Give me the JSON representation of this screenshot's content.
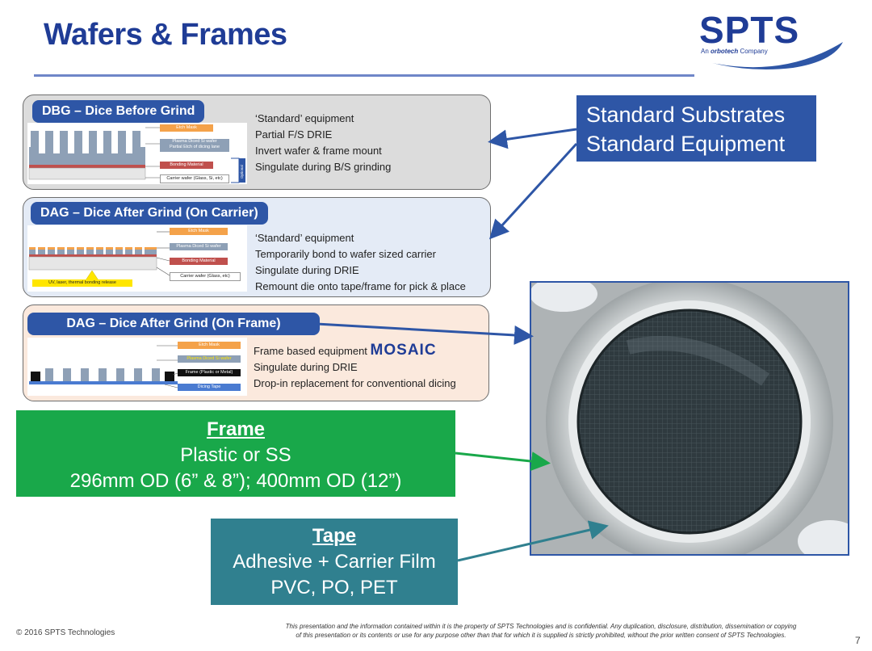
{
  "title": "Wafers & Frames",
  "logo": {
    "brand": "SPTS",
    "sub_prefix": "An",
    "sub_company": "orbotech",
    "sub_suffix": "Company"
  },
  "panels": [
    {
      "tab": "DBG – Dice Before Grind",
      "bullets": [
        "‘Standard’ equipment",
        "Partial F/S DRIE",
        "Invert wafer & frame mount",
        "Singulate during B/S grinding"
      ],
      "diagram_labels": {
        "etch_mask": "Etch Mask",
        "wafer": "Plasma Diced Si wafer",
        "wafer2": "Partial Etch of dicing lane",
        "bonding": "Bonding Material",
        "carrier": "Carrier wafer (Glass, Si, etc)",
        "optional": "Optional"
      }
    },
    {
      "tab": "DAG – Dice After Grind (On Carrier)",
      "bullets": [
        "‘Standard’ equipment",
        "Temporarily bond to wafer sized carrier",
        "Singulate during DRIE",
        "Remount die onto tape/frame for pick & place"
      ],
      "diagram_labels": {
        "etch_mask": "Etch Mask",
        "wafer": "Plasma Diced Si wafer",
        "bonding": "Bonding Material",
        "carrier": "Carrier wafer (Glass, etc)",
        "release": "UV, laser, thermal bonding release"
      }
    },
    {
      "tab": "DAG – Dice After Grind (On Frame)",
      "bullets": [
        "Frame based equipment",
        "Singulate during DRIE",
        "Drop-in replacement for conventional dicing"
      ],
      "equipment_brand": "MOSAIC",
      "diagram_labels": {
        "etch_mask": "Etch Mask",
        "wafer": "Plasma Diced Si wafer",
        "frame": "Frame (Plastic or Metal)",
        "tape": "Dicing Tape"
      }
    }
  ],
  "standard_box": {
    "line1": "Standard Substrates",
    "line2": "Standard Equipment"
  },
  "frame_box": {
    "heading": "Frame",
    "line1": "Plastic or SS",
    "line2": "296mm OD (6” & 8”); 400mm OD (12”)"
  },
  "tape_box": {
    "heading": "Tape",
    "line1": "Adhesive + Carrier Film",
    "line2": "PVC, PO, PET"
  },
  "footer": {
    "copyright": "© 2016 SPTS Technologies",
    "note1": "This presentation and the information contained within it is the property of SPTS Technologies and is confidential.  Any duplication, disclosure, distribution, dissemination or copying",
    "note2": "of this presentation or its contents or use for any purpose other than that for which it is supplied is strictly prohibited, without the prior written consent of SPTS Technologies.",
    "page": "7"
  },
  "colors": {
    "title": "#1f3c96",
    "tab": "#2e56a6",
    "frame_green": "#19a84a",
    "tape_teal": "#30808f",
    "etch_orange": "#f4a24a",
    "bond_red": "#c0504d",
    "tape_blue": "#4a7bd1"
  }
}
